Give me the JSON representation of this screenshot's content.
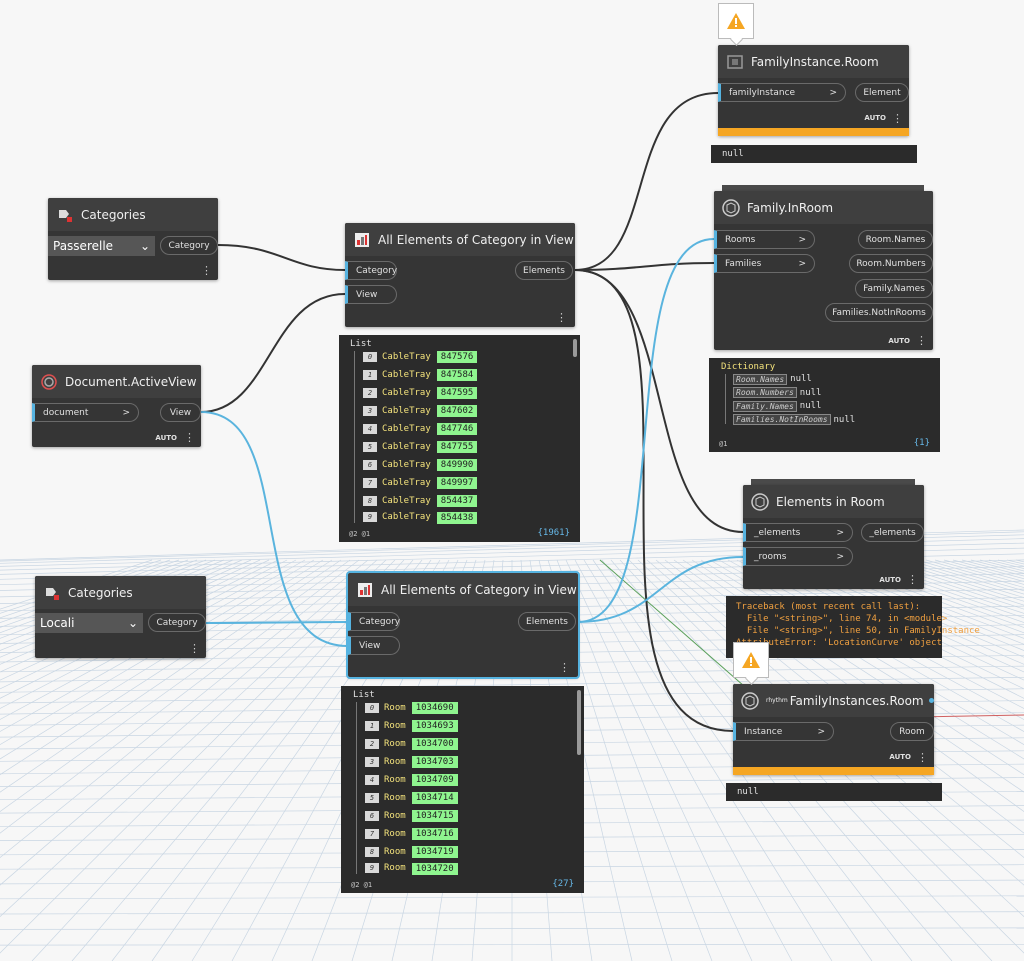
{
  "nodes": {
    "categories1": {
      "title": "Categories",
      "selected": "Passerelle",
      "out": "Category"
    },
    "doc_view": {
      "title": "Document.ActiveView",
      "in": "document",
      "out": "View",
      "lacing": "AUTO"
    },
    "categories2": {
      "title": "Categories",
      "selected": "Locali",
      "out": "Category"
    },
    "aec1": {
      "title": "All Elements of Category in View",
      "in1": "Category",
      "in2": "View",
      "out": "Elements"
    },
    "aec2": {
      "title": "All Elements of Category in View",
      "in1": "Category",
      "in2": "View",
      "out": "Elements"
    },
    "fam_room": {
      "title": "FamilyInstance.Room",
      "in": "familyInstance",
      "out": "Element",
      "lacing": "AUTO",
      "preview": "null"
    },
    "fam_inroom": {
      "title": "Family.InRoom",
      "in1": "Rooms",
      "in2": "Families",
      "outs": [
        "Room.Names",
        "Room.Numbers",
        "Family.Names",
        "Families.NotInRooms"
      ],
      "lacing": "AUTO"
    },
    "elements_in_room": {
      "title": "Elements in Room",
      "in1": "_elements",
      "in2": "_rooms",
      "out": "_elements",
      "lacing": "AUTO"
    },
    "rhythm": {
      "title": "FamilyInstances.Room",
      "prefix": "rhythm",
      "in": "Instance",
      "out": "Room",
      "lacing": "AUTO",
      "preview": "null"
    }
  },
  "common": {
    "arrow": ">",
    "menu": "⋮",
    "dropdown_arrow": "⌄"
  },
  "list1": {
    "header": "List",
    "footer": "@2 @1",
    "count": "{1961}",
    "type": "CableTray",
    "items": [
      {
        "i": "0",
        "id": "847576"
      },
      {
        "i": "1",
        "id": "847584"
      },
      {
        "i": "2",
        "id": "847595"
      },
      {
        "i": "3",
        "id": "847602"
      },
      {
        "i": "4",
        "id": "847746"
      },
      {
        "i": "5",
        "id": "847755"
      },
      {
        "i": "6",
        "id": "849990"
      },
      {
        "i": "7",
        "id": "849997"
      },
      {
        "i": "8",
        "id": "854437"
      },
      {
        "i": "9",
        "id": "854438"
      }
    ]
  },
  "list2": {
    "header": "List",
    "footer": "@2 @1",
    "count": "{27}",
    "type": "Room",
    "items": [
      {
        "i": "0",
        "id": "1034690"
      },
      {
        "i": "1",
        "id": "1034693"
      },
      {
        "i": "2",
        "id": "1034700"
      },
      {
        "i": "3",
        "id": "1034703"
      },
      {
        "i": "4",
        "id": "1034709"
      },
      {
        "i": "5",
        "id": "1034714"
      },
      {
        "i": "6",
        "id": "1034715"
      },
      {
        "i": "7",
        "id": "1034716"
      },
      {
        "i": "8",
        "id": "1034719"
      },
      {
        "i": "9",
        "id": "1034720"
      }
    ]
  },
  "dictionary": {
    "header": "Dictionary",
    "footer": "@1",
    "count": "{1}",
    "entries": [
      {
        "key": "Room.Names",
        "value": "null"
      },
      {
        "key": "Room.Numbers",
        "value": "null"
      },
      {
        "key": "Family.Names",
        "value": "null"
      },
      {
        "key": "Families.NotInRooms",
        "value": "null"
      }
    ]
  },
  "traceback": {
    "lines": [
      "Traceback (most recent call last):",
      "  File \"<string>\", line 74, in <module>",
      "  File \"<string>\", line 50, in FamilyInstance",
      "AttributeError: 'LocationCurve' object"
    ]
  },
  "colors": {
    "wire_dark": "#333333",
    "wire_blue": "#5ab4de",
    "warning": "#f5a623",
    "id_green": "#8ff58f"
  }
}
